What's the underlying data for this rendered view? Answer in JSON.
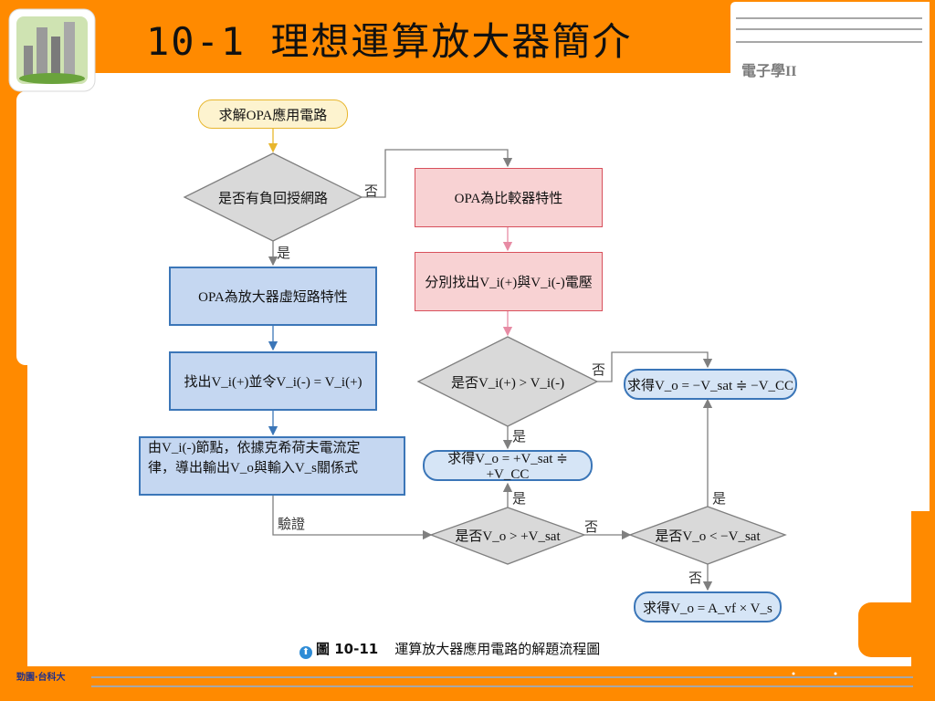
{
  "header": {
    "title": "10-1 理想運算放大器簡介",
    "subject": "電子學II"
  },
  "footer": {
    "publisher_logo": "勁園‧台科大",
    "figure_number": "圖 10-11",
    "figure_caption": "運算放大器應用電路的解題流程圖"
  },
  "flowchart": {
    "start": "求解OPA應用電路",
    "q_feedback": "是否有負回授網路",
    "a_virtual_short": "OPA為放大器虛短路特性",
    "a_find_vi": "找出V_i(+)並令V_i(-) = V_i(+)",
    "a_kcl_line1": "由V_i(-)節點，依據克希荷夫電流定",
    "a_kcl_line2": "律，導出輸出V_o與輸入V_s關係式",
    "a_comparator": "OPA為比較器特性",
    "a_find_voltages": "分別找出V_i(+)與V_i(-)電壓",
    "q_compare": "是否V_i(+) > V_i(-)",
    "r_pos_sat": "求得V_o = +V_sat ≑ +V_CC",
    "r_neg_sat": "求得V_o = −V_sat ≑ −V_CC",
    "q_vo_pos": "是否V_o > +V_sat",
    "q_vo_neg": "是否V_o < −V_sat",
    "r_gain": "求得V_o = A_vf × V_s",
    "label_yes": "是",
    "label_no": "否",
    "label_verify": "驗證"
  },
  "colors": {
    "frame_orange": "#ff8a00",
    "box_blue_fill": "#c5d7f1",
    "box_blue_border": "#3b76b8",
    "box_pink_fill": "#f8d2d3",
    "box_pink_border": "#d8505c",
    "diamond_fill": "#d9d9d9",
    "start_fill": "#fdf3cf",
    "start_border": "#e8b62d"
  }
}
